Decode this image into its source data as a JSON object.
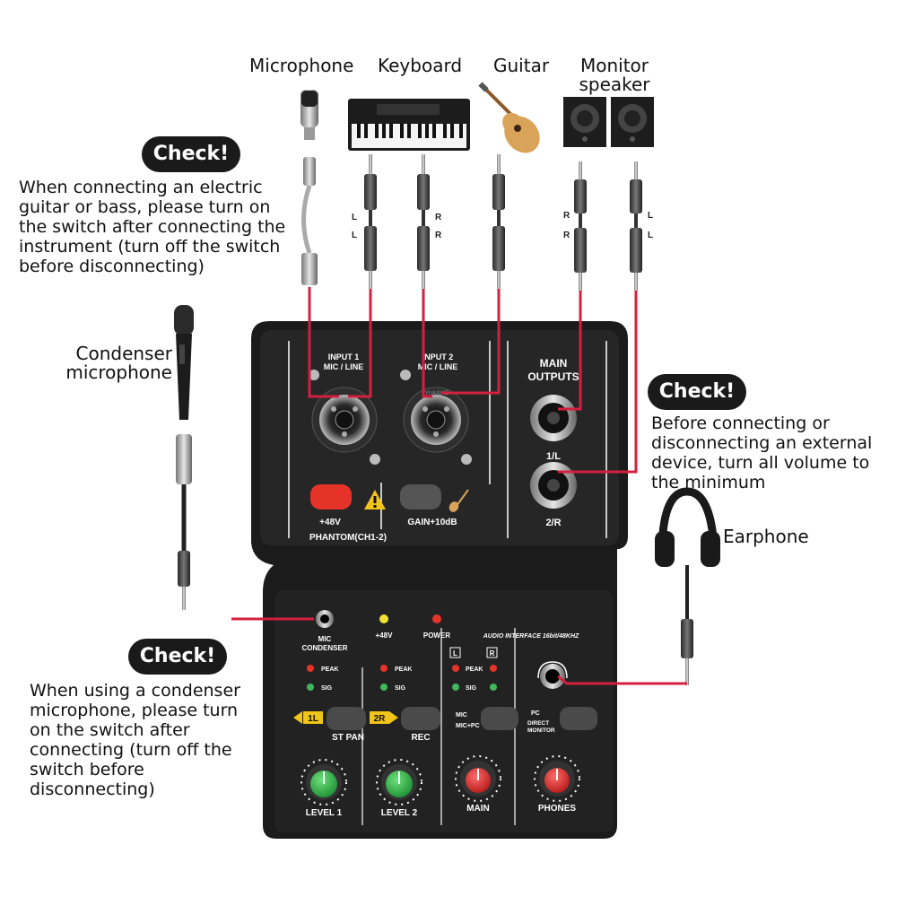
{
  "devices": {
    "microphone": "Microphone",
    "keyboard": "Keyboard",
    "guitar": "Guitar",
    "monitor_line1": "Monitor",
    "monitor_line2": "speaker",
    "condenser_line1": "Condenser",
    "condenser_line2": "microphone",
    "earphone": "Earphone"
  },
  "checks": {
    "badge": "Check!",
    "guitar_note": [
      "When connecting an electric",
      "guitar or bass, please turn on",
      "the switch after connecting the",
      "instrument (turn off the switch",
      "before disconnecting)"
    ],
    "volume_note": [
      "Before connecting or",
      "disconnecting an external",
      "device, turn all volume to",
      "the minimum"
    ],
    "condenser_note": [
      "When using a condenser",
      "microphone, please turn",
      "on the switch after",
      "connecting (turn off the",
      "switch before",
      "disconnecting)"
    ]
  },
  "cable_marks": {
    "keyboard_left": [
      "L",
      "L"
    ],
    "keyboard_right": [
      "R",
      "R"
    ],
    "monitor_left": [
      "R",
      "R"
    ],
    "monitor_right": [
      "L",
      "L"
    ]
  },
  "mixer": {
    "input1_line1": "INPUT 1",
    "input1_line2": "MIC / LINE",
    "input2_line1": "INPUT 2",
    "input2_line2": "MIC / LINE",
    "brand": "YUAXINE",
    "main_outputs_line1": "MAIN",
    "main_outputs_line2": "OUTPUTS",
    "out1": "1/L",
    "out2": "2/R",
    "phantom_48v": "+48V",
    "phantom_label": "PHANTOM(CH1-2)",
    "gain_label": "GAIN+10dB",
    "mic_condenser_line1": "MIC",
    "mic_condenser_line2": "CONDENSER",
    "led_48v": "+48V",
    "led_power": "POWER",
    "audio_interface": "AUDIO INTERFACE 16bit/48KHZ",
    "peak": "PEAK",
    "sig": "SIG",
    "l_box": "L",
    "r_box": "R",
    "btn_1l": "1L",
    "btn_2r": "2R",
    "st_pan": "ST PAN",
    "rec": "REC",
    "mic_opt": "MIC",
    "mic_pc_opt": "MIC+PC",
    "pc_opt": "PC",
    "direct_line1": "DIRECT",
    "direct_line2": "MONITOR",
    "level1": "LEVEL 1",
    "level2": "LEVEL 2",
    "main": "MAIN",
    "phones": "PHONES"
  },
  "colors": {
    "cable_red": "#d3203f",
    "body": "#1b1b1b",
    "knob_green": "#2fb34a",
    "knob_red": "#d92b2b",
    "led_red": "#e5332a",
    "led_green": "#41b85a",
    "led_yellow": "#f2e230",
    "warn_yellow": "#f0c419"
  }
}
